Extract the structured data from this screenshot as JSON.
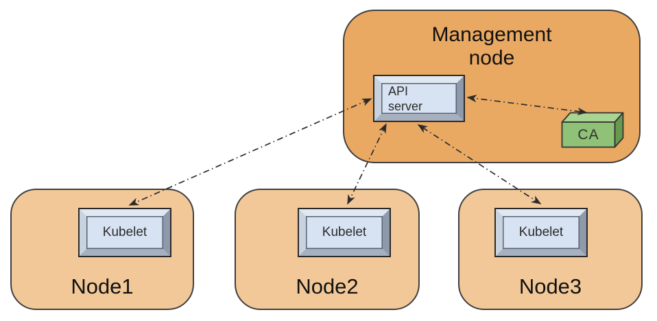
{
  "diagram": {
    "management_node": {
      "label": "Management node",
      "fill": "#e9a963",
      "api_server": {
        "label": "API server",
        "fill": "#d7e3f2"
      },
      "ca": {
        "label": "CA",
        "fill": "#8fc177"
      }
    },
    "worker_nodes": [
      {
        "label": "Node1",
        "component_label": "Kubelet"
      },
      {
        "label": "Node2",
        "component_label": "Kubelet"
      },
      {
        "label": "Node3",
        "component_label": "Kubelet"
      }
    ],
    "worker_node_fill": "#f2c898",
    "component_fill": "#d7e3f2",
    "arrow_color": "#2b2b2b",
    "connections": [
      {
        "from": "API server",
        "to": "Node1 Kubelet",
        "line_style": "dash-dot",
        "arrows": "both"
      },
      {
        "from": "API server",
        "to": "Node2 Kubelet",
        "line_style": "dash-dot",
        "arrows": "both"
      },
      {
        "from": "API server",
        "to": "Node3 Kubelet",
        "line_style": "dash-dot",
        "arrows": "both"
      },
      {
        "from": "API server",
        "to": "CA",
        "line_style": "dash-dot",
        "arrows": "both"
      }
    ]
  }
}
